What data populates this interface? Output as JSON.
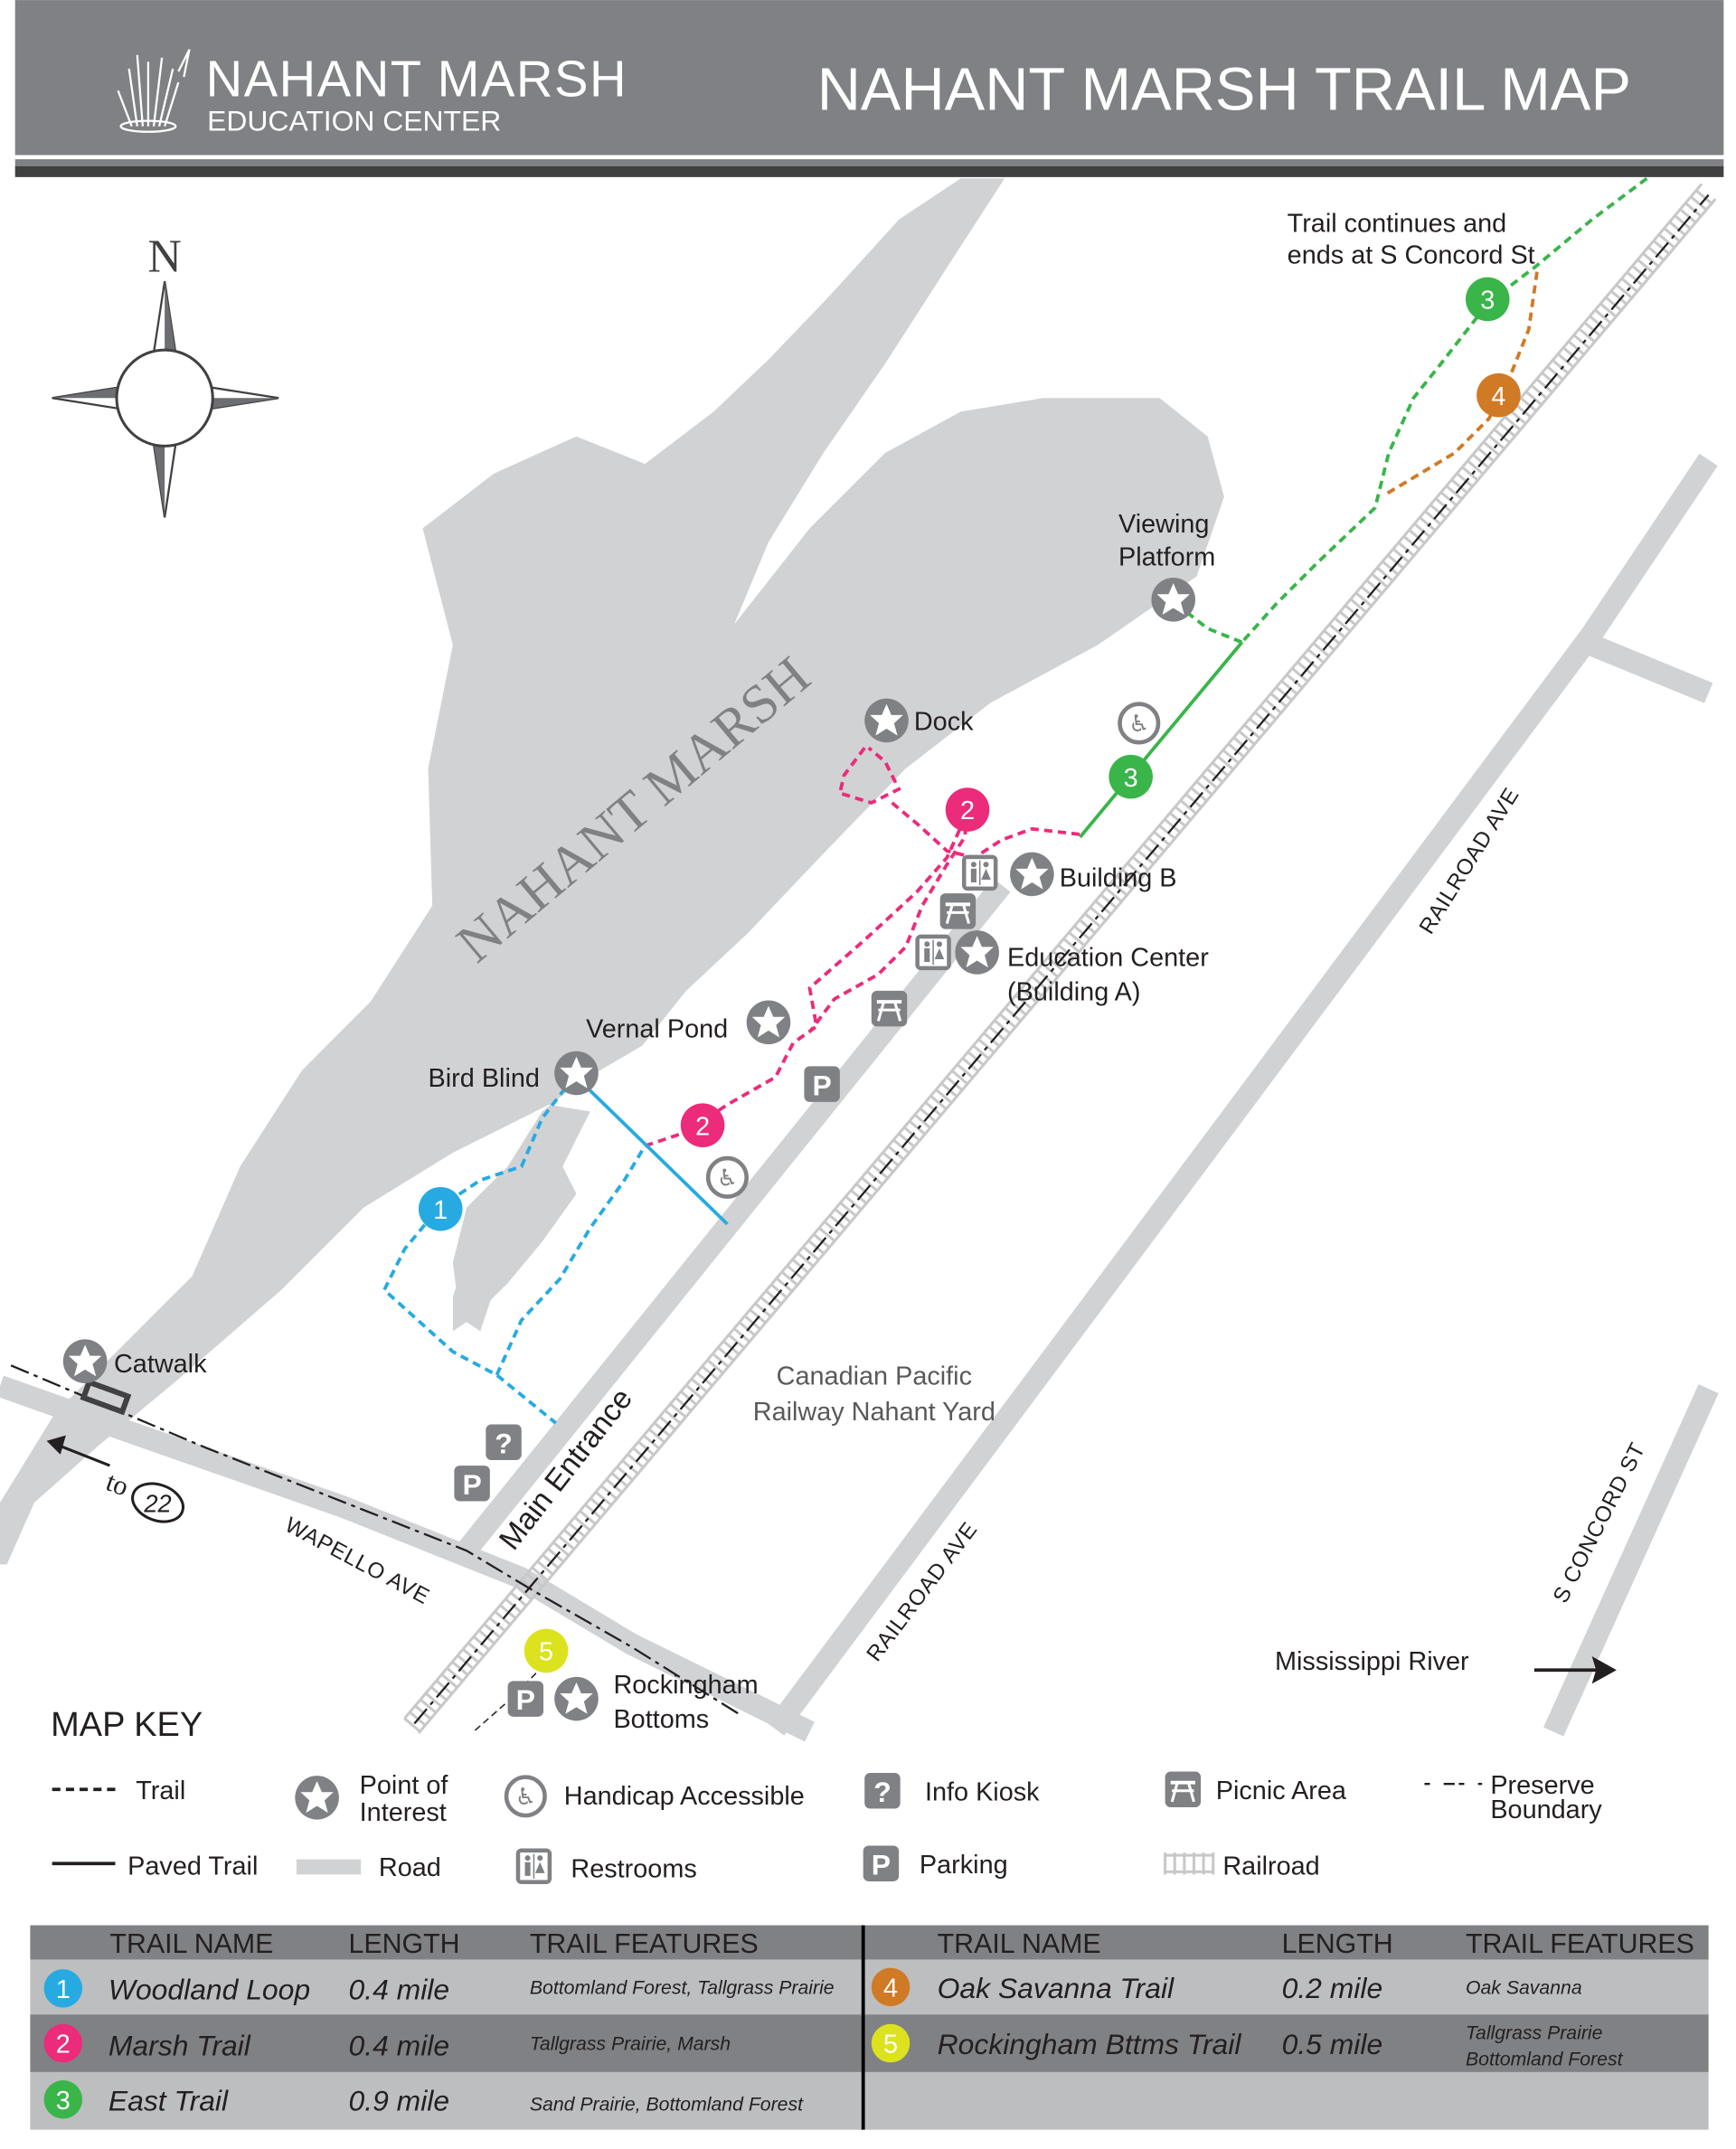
{
  "header": {
    "logo_line1": "NAHANT MARSH",
    "logo_line2": "EDUCATION CENTER",
    "title": "NAHANT MARSH TRAIL MAP"
  },
  "compass": {
    "north": "N"
  },
  "map": {
    "marsh_label": "NAHANT MARSH",
    "trail_note_1": "Trail continues and",
    "trail_note_2": "ends at S Concord St",
    "poi": {
      "viewing_platform_1": "Viewing",
      "viewing_platform_2": "Platform",
      "dock": "Dock",
      "building_b": "Building B",
      "education_center_1": "Education Center",
      "education_center_2": "(Building A)",
      "vernal_pond": "Vernal Pond",
      "bird_blind": "Bird Blind",
      "catwalk": "Catwalk",
      "rockingham_1": "Rockingham",
      "rockingham_2": "Bottoms"
    },
    "roads": {
      "railroad_ave_upper": "RAILROAD AVE",
      "railroad_ave_lower": "RAILROAD AVE",
      "wapello_ave": "WAPELLO AVE",
      "main_entrance": "Main Entrance",
      "s_concord": "S CONCORD ST",
      "to": "to",
      "highway": "22"
    },
    "rail_yard_1": "Canadian Pacific",
    "rail_yard_2": "Railway Nahant Yard",
    "river": "Mississippi River",
    "badges": [
      "1",
      "2",
      "3",
      "4",
      "5"
    ]
  },
  "key": {
    "title": "MAP KEY",
    "trail": "Trail",
    "paved_trail": "Paved Trail",
    "poi_1": "Point of",
    "poi_2": "Interest",
    "road": "Road",
    "handicap": "Handicap Accessible",
    "restrooms": "Restrooms",
    "info_kiosk": "Info Kiosk",
    "parking": "Parking",
    "picnic": "Picnic Area",
    "railroad": "Railroad",
    "preserve_1": "Preserve",
    "preserve_2": "Boundary"
  },
  "colors": {
    "trail1": "#27aae1",
    "trail2": "#ec2b7a",
    "trail3": "#39b54a",
    "trail4": "#d07a26",
    "trail5": "#dde21f",
    "header": "#808184",
    "marsh": "#d1d2d4"
  },
  "table": {
    "headers": {
      "name": "TRAIL NAME",
      "length": "LENGTH",
      "features": "TRAIL FEATURES"
    },
    "trails": [
      {
        "num": "1",
        "name": "Woodland Loop",
        "length": "0.4 mile",
        "features": "Bottomland Forest, Tallgrass Prairie"
      },
      {
        "num": "2",
        "name": "Marsh Trail",
        "length": "0.4 mile",
        "features": "Tallgrass Prairie, Marsh"
      },
      {
        "num": "3",
        "name": "East Trail",
        "length": "0.9 mile",
        "features": "Sand Prairie, Bottomland Forest"
      },
      {
        "num": "4",
        "name": "Oak Savanna Trail",
        "length": "0.2 mile",
        "features": "Oak Savanna"
      },
      {
        "num": "5",
        "name": "Rockingham Bttms Trail",
        "length": "0.5 mile",
        "features_1": "Tallgrass Prairie",
        "features_2": "Bottomland Forest"
      }
    ]
  }
}
